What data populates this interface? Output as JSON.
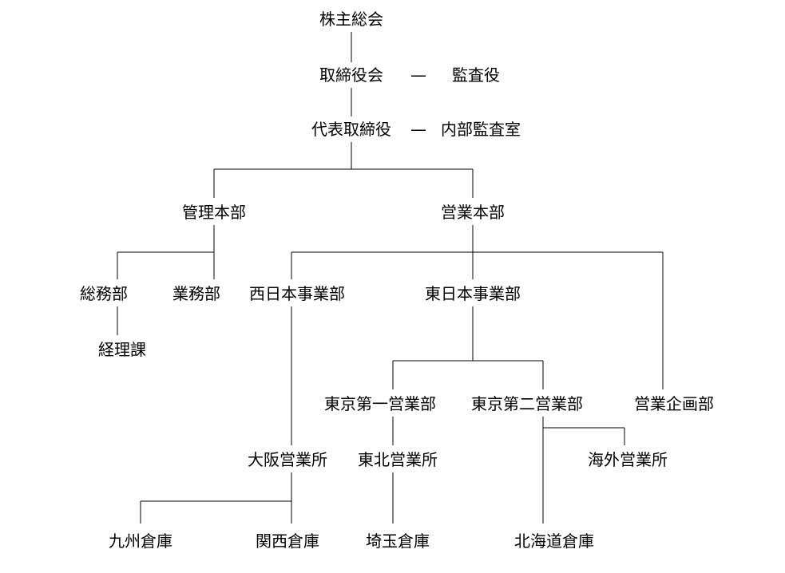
{
  "nodes": {
    "shareholders_meeting": "株主総会",
    "board_of_directors": "取締役会",
    "board_dash": "—",
    "auditor": "監査役",
    "representative_director": "代表取締役",
    "rep_dash": "—",
    "internal_audit_office": "内部監査室",
    "administration_hq": "管理本部",
    "sales_hq": "営業本部",
    "general_affairs_dept": "総務部",
    "business_dept": "業務部",
    "accounting_section": "経理課",
    "west_japan_division": "西日本事業部",
    "east_japan_division": "東日本事業部",
    "sales_planning_dept": "営業企画部",
    "tokyo_sales_1": "東京第一営業部",
    "tokyo_sales_2": "東京第二営業部",
    "osaka_sales_office": "大阪営業所",
    "tohoku_sales_office": "東北営業所",
    "overseas_sales_office": "海外営業所",
    "kyushu_warehouse": "九州倉庫",
    "kansai_warehouse": "関西倉庫",
    "saitama_warehouse": "埼玉倉庫",
    "hokkaido_warehouse": "北海道倉庫"
  },
  "colors": {
    "line": "#000000",
    "text": "#000000",
    "background": "#ffffff"
  }
}
